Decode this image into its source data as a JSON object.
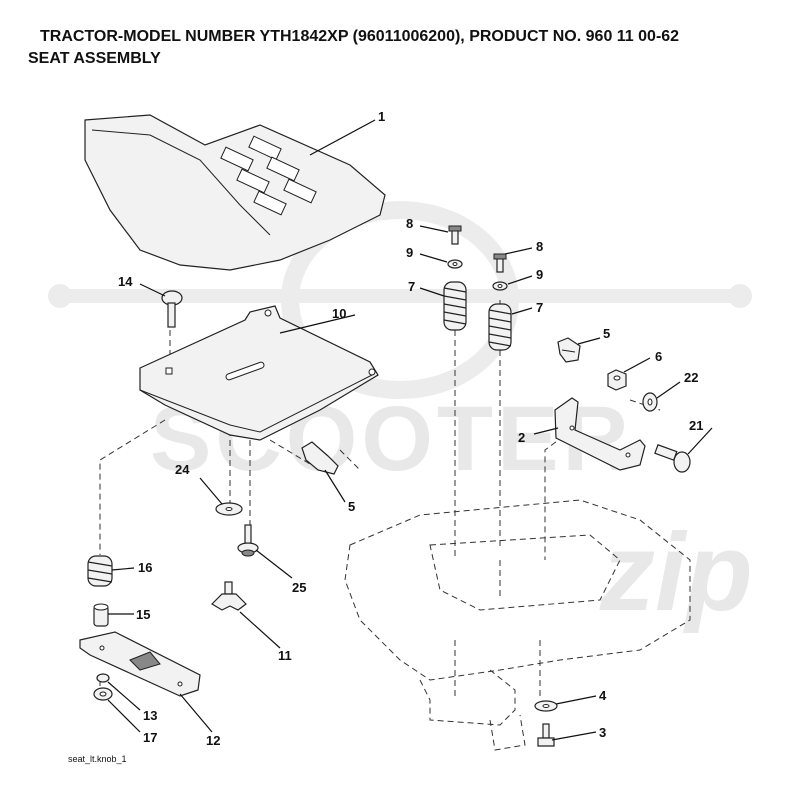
{
  "header": {
    "title": "TRACTOR-MODEL NUMBER YTH1842XP (96011006200), PRODUCT NO. 960 11 00-62",
    "subtitle": "SEAT ASSEMBLY"
  },
  "watermark": {
    "brand": "SCOOTER",
    "script": "zip"
  },
  "figure_name": "seat_lt.knob_1",
  "callouts": {
    "c1": "1",
    "c2": "2",
    "c3": "3",
    "c4": "4",
    "c5a": "5",
    "c5b": "5",
    "c6": "6",
    "c7a": "7",
    "c7b": "7",
    "c8a": "8",
    "c8b": "8",
    "c9a": "9",
    "c9b": "9",
    "c10": "10",
    "c11": "11",
    "c12": "12",
    "c13": "13",
    "c14": "14",
    "c15": "15",
    "c16": "16",
    "c17": "17",
    "c21": "21",
    "c22": "22",
    "c24": "24",
    "c25": "25"
  }
}
